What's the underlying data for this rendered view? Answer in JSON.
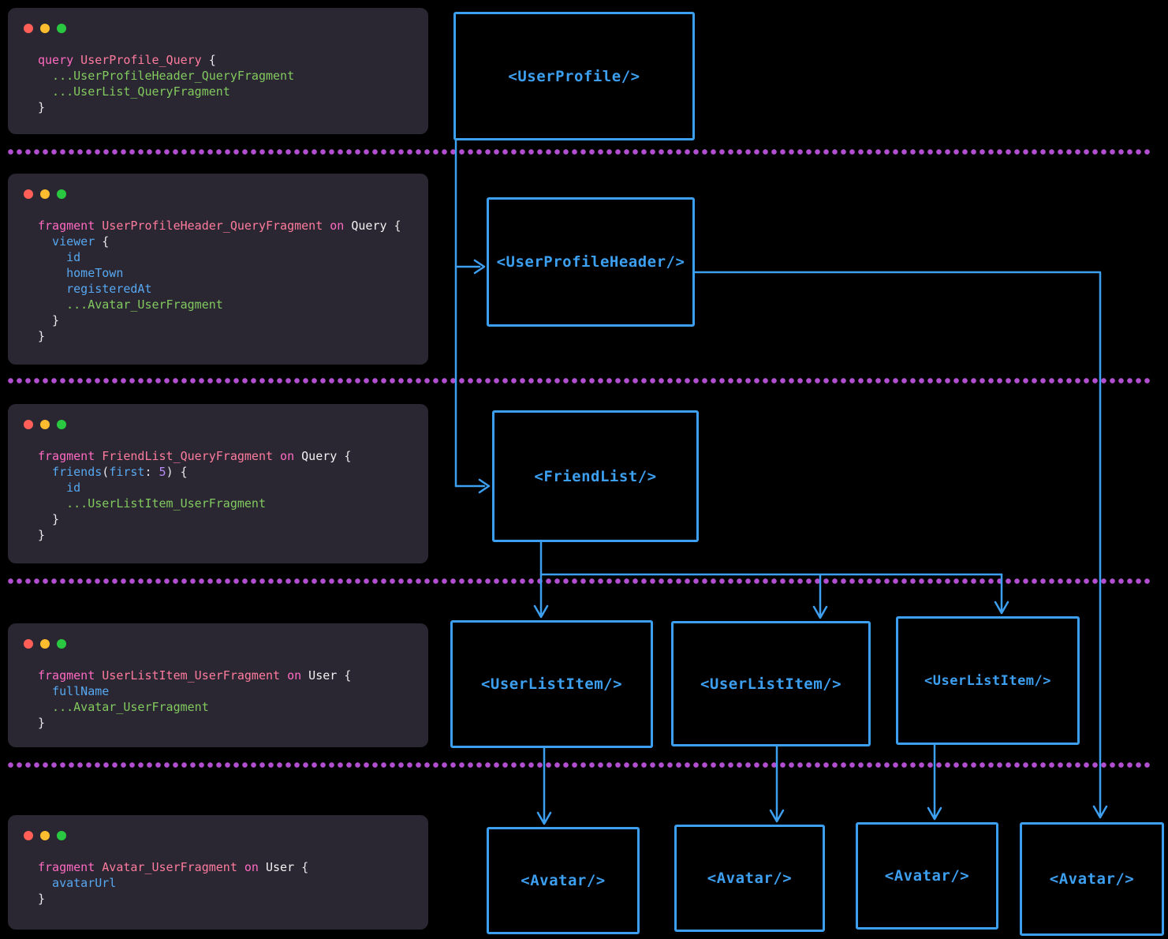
{
  "colors": {
    "background": "#000000",
    "window_bg": "#2a2733",
    "traffic_red": "#ff5f57",
    "traffic_yellow": "#febc2e",
    "traffic_green": "#2ac840",
    "syntax_keyword": "#ff6ac1",
    "syntax_name": "#ff7b9d",
    "syntax_spread": "#82c95e",
    "syntax_field": "#57a8f0",
    "syntax_type": "#f2f2f2",
    "syntax_plain": "#e8e8ea",
    "syntax_number": "#b78af7",
    "diagram_blue": "#3d9ff0",
    "separator_dot": "#b14fd0"
  },
  "code_windows": [
    {
      "name": "query-user-profile",
      "lines": [
        {
          "tokens": [
            {
              "text": "query",
              "type": "keyword"
            },
            {
              "text": " UserProfile_Query",
              "type": "name"
            },
            {
              "text": " {",
              "type": "plain"
            }
          ]
        },
        {
          "tokens": [
            {
              "text": "  ...UserProfileHeader_QueryFragment",
              "type": "spread"
            }
          ]
        },
        {
          "tokens": [
            {
              "text": "  ...UserList_QueryFragment",
              "type": "spread"
            }
          ]
        },
        {
          "tokens": [
            {
              "text": "}",
              "type": "plain"
            }
          ]
        }
      ]
    },
    {
      "name": "fragment-user-profile-header",
      "lines": [
        {
          "tokens": [
            {
              "text": "fragment",
              "type": "keyword"
            },
            {
              "text": " UserProfileHeader_QueryFragment",
              "type": "name"
            },
            {
              "text": " on",
              "type": "keyword"
            },
            {
              "text": " Query",
              "type": "type"
            },
            {
              "text": " {",
              "type": "plain"
            }
          ]
        },
        {
          "tokens": [
            {
              "text": "  viewer",
              "type": "field"
            },
            {
              "text": " {",
              "type": "plain"
            }
          ]
        },
        {
          "tokens": [
            {
              "text": "    id",
              "type": "field"
            }
          ]
        },
        {
          "tokens": [
            {
              "text": "    homeTown",
              "type": "field"
            }
          ]
        },
        {
          "tokens": [
            {
              "text": "    registeredAt",
              "type": "field"
            }
          ]
        },
        {
          "tokens": [
            {
              "text": "    ...Avatar_UserFragment",
              "type": "spread"
            }
          ]
        },
        {
          "tokens": [
            {
              "text": "  }",
              "type": "plain"
            }
          ]
        },
        {
          "tokens": [
            {
              "text": "}",
              "type": "plain"
            }
          ]
        }
      ]
    },
    {
      "name": "fragment-friend-list",
      "lines": [
        {
          "tokens": [
            {
              "text": "fragment",
              "type": "keyword"
            },
            {
              "text": " FriendList_QueryFragment",
              "type": "name"
            },
            {
              "text": " on",
              "type": "keyword"
            },
            {
              "text": " Query",
              "type": "type"
            },
            {
              "text": " {",
              "type": "plain"
            }
          ]
        },
        {
          "tokens": [
            {
              "text": "  friends",
              "type": "field"
            },
            {
              "text": "(",
              "type": "plain"
            },
            {
              "text": "first",
              "type": "field"
            },
            {
              "text": ": ",
              "type": "plain"
            },
            {
              "text": "5",
              "type": "number"
            },
            {
              "text": ") {",
              "type": "plain"
            }
          ]
        },
        {
          "tokens": [
            {
              "text": "    id",
              "type": "field"
            }
          ]
        },
        {
          "tokens": [
            {
              "text": "    ...UserListItem_UserFragment",
              "type": "spread"
            }
          ]
        },
        {
          "tokens": [
            {
              "text": "  }",
              "type": "plain"
            }
          ]
        },
        {
          "tokens": [
            {
              "text": "}",
              "type": "plain"
            }
          ]
        }
      ]
    },
    {
      "name": "fragment-user-list-item",
      "lines": [
        {
          "tokens": [
            {
              "text": "fragment",
              "type": "keyword"
            },
            {
              "text": " UserListItem_UserFragment",
              "type": "name"
            },
            {
              "text": " on",
              "type": "keyword"
            },
            {
              "text": " User",
              "type": "type"
            },
            {
              "text": " {",
              "type": "plain"
            }
          ]
        },
        {
          "tokens": [
            {
              "text": "  fullName",
              "type": "field"
            }
          ]
        },
        {
          "tokens": [
            {
              "text": "  ...Avatar_UserFragment",
              "type": "spread"
            }
          ]
        },
        {
          "tokens": [
            {
              "text": "}",
              "type": "plain"
            }
          ]
        }
      ]
    },
    {
      "name": "fragment-avatar",
      "lines": [
        {
          "tokens": [
            {
              "text": "fragment",
              "type": "keyword"
            },
            {
              "text": " Avatar_UserFragment",
              "type": "name"
            },
            {
              "text": " on",
              "type": "keyword"
            },
            {
              "text": " User",
              "type": "type"
            },
            {
              "text": " {",
              "type": "plain"
            }
          ]
        },
        {
          "tokens": [
            {
              "text": "  avatarUrl",
              "type": "field"
            }
          ]
        },
        {
          "tokens": [
            {
              "text": "}",
              "type": "plain"
            }
          ]
        }
      ]
    }
  ],
  "diagram": {
    "boxes": [
      {
        "label": "<UserProfile/>"
      },
      {
        "label": "<UserProfileHeader/>"
      },
      {
        "label": "<FriendList/>"
      },
      {
        "label": "<UserListItem/>"
      },
      {
        "label": "<UserListItem/>"
      },
      {
        "label": "<UserListItem/>"
      },
      {
        "label": "<Avatar/>"
      },
      {
        "label": "<Avatar/>"
      },
      {
        "label": "<Avatar/>"
      },
      {
        "label": "<Avatar/>"
      }
    ]
  }
}
